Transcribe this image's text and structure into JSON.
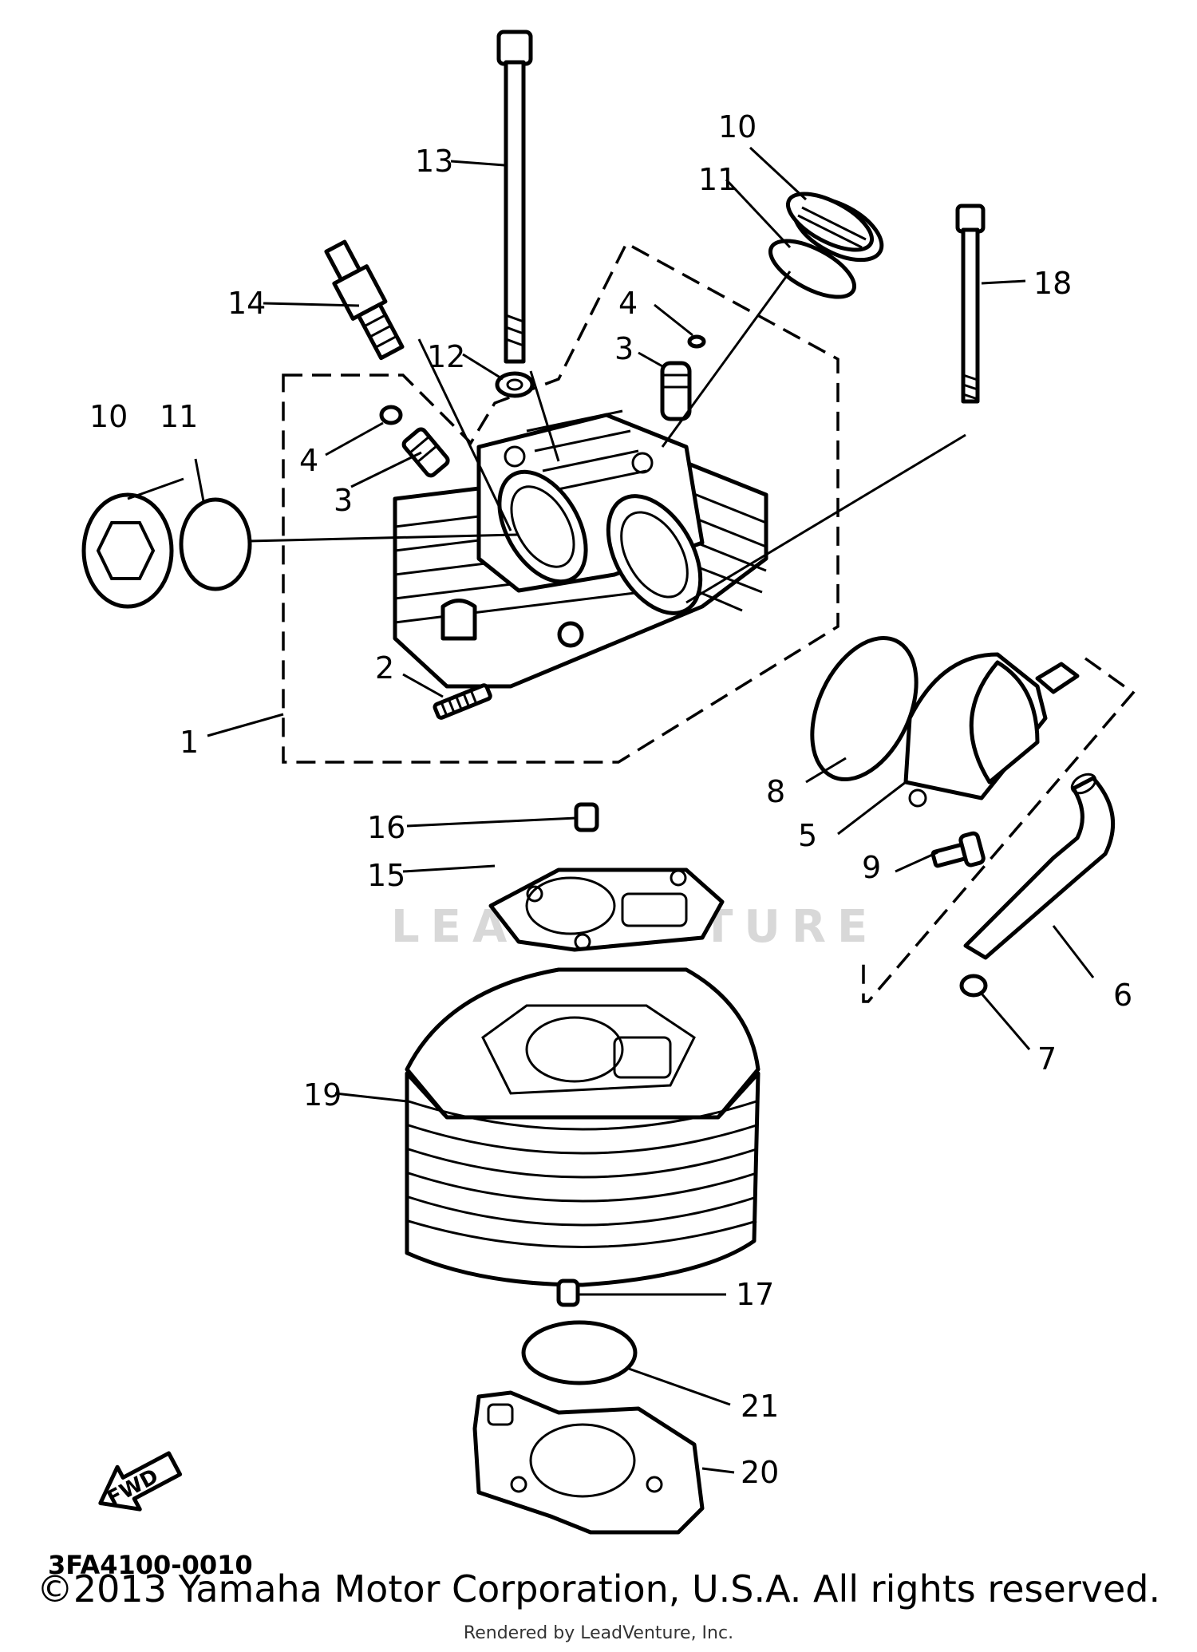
{
  "diagram_code": "3FA4100-0010",
  "direction_arrow_label": "FWD",
  "watermark": "LEADVENTURE",
  "copyright": "©2013 Yamaha Motor Corporation, U.S.A. All rights reserved.",
  "rendered_by": "Rendered by LeadVenture, Inc.",
  "callouts": {
    "c1": "1",
    "c2": "2",
    "c3a": "3",
    "c3b": "3",
    "c4a": "4",
    "c4b": "4",
    "c5": "5",
    "c6": "6",
    "c7": "7",
    "c8": "8",
    "c9": "9",
    "c10a": "10",
    "c10b": "10",
    "c11a": "11",
    "c11b": "11",
    "c12": "12",
    "c13": "13",
    "c14": "14",
    "c15": "15",
    "c16": "16",
    "c17": "17",
    "c18": "18",
    "c19": "19",
    "c20": "20",
    "c21": "21"
  }
}
